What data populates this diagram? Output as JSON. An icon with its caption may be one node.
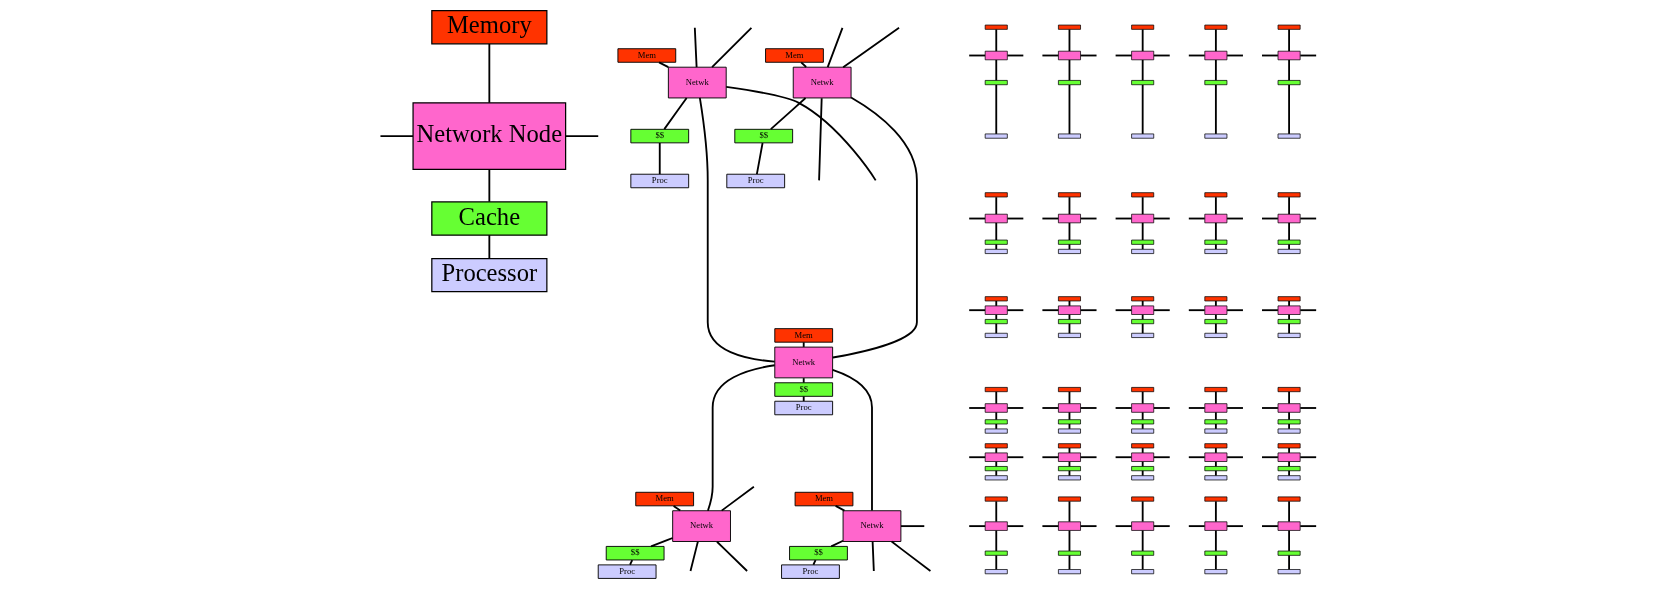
{
  "diagram": {
    "nodes": [
      {
        "text": [
          "Memory"
        ]
      },
      {
        "text": [
          "Network Node"
        ]
      },
      {
        "text": [
          "Cache"
        ]
      },
      {
        "text": [
          "Processor"
        ]
      },
      {
        "text": [
          "Mem"
        ]
      },
      {
        "text": [
          "Netwk"
        ]
      },
      {
        "text": [
          "$$"
        ]
      },
      {
        "text": [
          "Proc"
        ]
      },
      {
        "text": [
          "Mem"
        ]
      },
      {
        "text": [
          "Netwk"
        ]
      },
      {
        "text": [
          "$$"
        ]
      },
      {
        "text": [
          "Proc"
        ]
      },
      {
        "text": [
          "Mem"
        ]
      },
      {
        "text": [
          "Netwk"
        ]
      },
      {
        "text": [
          "$$"
        ]
      },
      {
        "text": [
          "Proc"
        ]
      },
      {
        "text": [
          "Mem"
        ]
      },
      {
        "text": [
          "Netwk"
        ]
      },
      {
        "text": [
          "$$"
        ]
      },
      {
        "text": [
          "Proc"
        ]
      },
      {
        "text": [
          "Mem"
        ]
      },
      {
        "text": [
          "Netwk"
        ]
      },
      {
        "text": [
          "$$"
        ]
      },
      {
        "text": [
          "Proc"
        ]
      },
      {
        "text": [],
        "shape": "box"
      },
      {
        "text": [],
        "shape": "box"
      },
      {
        "text": [],
        "shape": "box"
      },
      {
        "text": [],
        "shape": "box"
      },
      {
        "text": [],
        "shape": "box"
      },
      {
        "text": [],
        "shape": "box"
      },
      {
        "text": [],
        "shape": "box"
      },
      {
        "text": [],
        "shape": "box"
      },
      {
        "text": [],
        "shape": "box"
      },
      {
        "text": [],
        "shape": "box"
      },
      {
        "text": [],
        "shape": "box"
      },
      {
        "text": [],
        "shape": "box"
      },
      {
        "text": [],
        "shape": "box"
      },
      {
        "text": [],
        "shape": "box"
      },
      {
        "text": [],
        "shape": "box"
      },
      {
        "text": [],
        "shape": "box"
      },
      {
        "text": [],
        "shape": "box"
      },
      {
        "text": [],
        "shape": "box"
      },
      {
        "text": [],
        "shape": "box"
      },
      {
        "text": [],
        "shape": "box"
      },
      {
        "text": [],
        "shape": "box"
      },
      {
        "text": [],
        "shape": "box"
      },
      {
        "text": [],
        "shape": "box"
      },
      {
        "text": [],
        "shape": "box"
      },
      {
        "text": [],
        "shape": "box"
      },
      {
        "text": [],
        "shape": "box"
      },
      {
        "text": [],
        "shape": "box"
      },
      {
        "text": [],
        "shape": "box"
      },
      {
        "text": [],
        "shape": "box"
      },
      {
        "text": [],
        "shape": "box"
      },
      {
        "text": [],
        "shape": "box"
      },
      {
        "text": [],
        "shape": "box"
      },
      {
        "text": [],
        "shape": "box"
      },
      {
        "text": [],
        "shape": "box"
      },
      {
        "text": [],
        "shape": "box"
      },
      {
        "text": [],
        "shape": "box"
      },
      {
        "text": [],
        "shape": "box"
      },
      {
        "text": [],
        "shape": "box"
      },
      {
        "text": [],
        "shape": "box"
      },
      {
        "text": [],
        "shape": "box"
      },
      {
        "text": [],
        "shape": "box"
      },
      {
        "text": [],
        "shape": "box"
      },
      {
        "text": [],
        "shape": "box"
      },
      {
        "text": [],
        "shape": "box"
      },
      {
        "text": [],
        "shape": "box"
      },
      {
        "text": [],
        "shape": "box"
      },
      {
        "text": [],
        "shape": "box"
      },
      {
        "text": [],
        "shape": "box"
      },
      {
        "text": [],
        "shape": "box"
      },
      {
        "text": [],
        "shape": "box"
      },
      {
        "text": [],
        "shape": "box"
      },
      {
        "text": [],
        "shape": "box"
      },
      {
        "text": [],
        "shape": "box"
      },
      {
        "text": [],
        "shape": "box"
      },
      {
        "text": [],
        "shape": "box"
      },
      {
        "text": [],
        "shape": "box"
      },
      {
        "text": [],
        "shape": "box"
      },
      {
        "text": [],
        "shape": "box"
      },
      {
        "text": [],
        "shape": "box"
      },
      {
        "text": [],
        "shape": "box"
      },
      {
        "text": [],
        "shape": "box"
      },
      {
        "text": [],
        "shape": "box"
      },
      {
        "text": [],
        "shape": "box"
      },
      {
        "text": [],
        "shape": "box"
      },
      {
        "text": [],
        "shape": "box"
      },
      {
        "text": [],
        "shape": "box"
      },
      {
        "text": [],
        "shape": "box"
      },
      {
        "text": [],
        "shape": "box"
      },
      {
        "text": [],
        "shape": "box"
      },
      {
        "text": [],
        "shape": "box"
      },
      {
        "text": [],
        "shape": "box"
      },
      {
        "text": [],
        "shape": "box"
      },
      {
        "text": [],
        "shape": "box"
      },
      {
        "text": [],
        "shape": "box"
      },
      {
        "text": [],
        "shape": "box"
      },
      {
        "text": [],
        "shape": "box"
      },
      {
        "text": [],
        "shape": "box"
      },
      {
        "text": [],
        "shape": "box"
      },
      {
        "text": [],
        "shape": "box"
      },
      {
        "text": [],
        "shape": "box"
      },
      {
        "text": [],
        "shape": "box"
      },
      {
        "text": [],
        "shape": "box"
      },
      {
        "text": [],
        "shape": "box"
      },
      {
        "text": [],
        "shape": "box"
      },
      {
        "text": [],
        "shape": "box"
      },
      {
        "text": [],
        "shape": "box"
      },
      {
        "text": [],
        "shape": "box"
      },
      {
        "text": [],
        "shape": "box"
      },
      {
        "text": [],
        "shape": "box"
      },
      {
        "text": [],
        "shape": "box"
      },
      {
        "text": [],
        "shape": "box"
      },
      {
        "text": [],
        "shape": "box"
      },
      {
        "text": [],
        "shape": "box"
      },
      {
        "text": [],
        "shape": "box"
      },
      {
        "text": [],
        "shape": "box"
      },
      {
        "text": [],
        "shape": "box"
      },
      {
        "text": [],
        "shape": "box"
      },
      {
        "text": [],
        "shape": "box"
      },
      {
        "text": [],
        "shape": "box"
      },
      {
        "text": [],
        "shape": "box"
      },
      {
        "text": [],
        "shape": "box"
      },
      {
        "text": [],
        "shape": "box"
      },
      {
        "text": [],
        "shape": "box"
      },
      {
        "text": [],
        "shape": "box"
      },
      {
        "text": [],
        "shape": "box"
      },
      {
        "text": [],
        "shape": "box"
      },
      {
        "text": [],
        "shape": "box"
      },
      {
        "text": [],
        "shape": "box"
      },
      {
        "text": [],
        "shape": "box"
      },
      {
        "text": [],
        "shape": "box"
      },
      {
        "text": [],
        "shape": "box"
      },
      {
        "text": [],
        "shape": "box"
      },
      {
        "text": [],
        "shape": "box"
      },
      {
        "text": [],
        "shape": "box"
      },
      {
        "text": [],
        "shape": "box"
      },
      {
        "text": [],
        "shape": "box"
      },
      {
        "text": [],
        "shape": "box"
      },
      {
        "text": [],
        "shape": "box"
      },
      {
        "text": [],
        "shape": "box"
      },
      {
        "text": [],
        "shape": "box"
      }
    ],
    "edges": [
      {
        "from": 0,
        "to": 1,
        "arrow": "none"
      },
      {
        "from": 1,
        "to": 2,
        "arrow": "none"
      },
      {
        "from": 2,
        "to": 3,
        "arrow": "none"
      },
      {
        "from": null,
        "to": 1,
        "arrow": "none"
      },
      {
        "from": null,
        "to": 1,
        "arrow": "none"
      },
      {
        "from": 4,
        "to": 5,
        "arrow": "none"
      },
      {
        "from": 5,
        "to": 6,
        "arrow": "none"
      },
      {
        "from": 6,
        "to": 7,
        "arrow": "none"
      },
      {
        "from": 8,
        "to": 9,
        "arrow": "none"
      },
      {
        "from": 9,
        "to": 10,
        "arrow": "none"
      },
      {
        "from": 10,
        "to": 11,
        "arrow": "none"
      },
      {
        "from": 12,
        "to": 13,
        "arrow": "none"
      },
      {
        "from": 13,
        "to": 14,
        "arrow": "none"
      },
      {
        "from": 14,
        "to": 15,
        "arrow": "none"
      },
      {
        "from": 16,
        "to": 17,
        "arrow": "none"
      },
      {
        "from": 17,
        "to": 18,
        "arrow": "none"
      },
      {
        "from": 18,
        "to": 19,
        "arrow": "none"
      },
      {
        "from": 20,
        "to": 21,
        "arrow": "none"
      },
      {
        "from": 21,
        "to": 22,
        "arrow": "none"
      },
      {
        "from": 22,
        "to": 23,
        "arrow": "none"
      },
      {
        "from": null,
        "to": 5,
        "arrow": "none"
      },
      {
        "from": null,
        "to": 5,
        "arrow": "none"
      },
      {
        "from": null,
        "to": 5,
        "arrow": "none"
      },
      {
        "from": 5,
        "to": 13,
        "arrow": "none"
      },
      {
        "from": null,
        "to": 9,
        "arrow": "none"
      },
      {
        "from": null,
        "to": 9,
        "arrow": "none"
      },
      {
        "from": null,
        "to": 9,
        "arrow": "none"
      },
      {
        "from": 9,
        "to": 13,
        "arrow": "none"
      },
      {
        "from": null,
        "to": 17,
        "arrow": "none"
      },
      {
        "from": null,
        "to": 17,
        "arrow": "none"
      },
      {
        "from": null,
        "to": 17,
        "arrow": "none"
      },
      {
        "from": 13,
        "to": 17,
        "arrow": "none"
      },
      {
        "from": null,
        "to": 21,
        "arrow": "none"
      },
      {
        "from": null,
        "to": 21,
        "arrow": "none"
      },
      {
        "from": null,
        "to": 21,
        "arrow": "none"
      },
      {
        "from": 13,
        "to": 21,
        "arrow": "none"
      },
      {
        "from": 24,
        "to": 25,
        "arrow": "none"
      },
      {
        "from": 25,
        "to": 26,
        "arrow": "none"
      },
      {
        "from": 26,
        "to": 27,
        "arrow": "none"
      },
      {
        "from": null,
        "to": 25,
        "arrow": "none"
      },
      {
        "from": null,
        "to": 25,
        "arrow": "none"
      },
      {
        "from": 28,
        "to": 29,
        "arrow": "none"
      },
      {
        "from": 29,
        "to": 30,
        "arrow": "none"
      },
      {
        "from": 30,
        "to": 31,
        "arrow": "none"
      },
      {
        "from": null,
        "to": 29,
        "arrow": "none"
      },
      {
        "from": null,
        "to": 29,
        "arrow": "none"
      },
      {
        "from": 32,
        "to": 33,
        "arrow": "none"
      },
      {
        "from": 33,
        "to": 34,
        "arrow": "none"
      },
      {
        "from": 34,
        "to": 35,
        "arrow": "none"
      },
      {
        "from": null,
        "to": 33,
        "arrow": "none"
      },
      {
        "from": null,
        "to": 33,
        "arrow": "none"
      },
      {
        "from": 36,
        "to": 37,
        "arrow": "none"
      },
      {
        "from": 37,
        "to": 38,
        "arrow": "none"
      },
      {
        "from": 38,
        "to": 39,
        "arrow": "none"
      },
      {
        "from": null,
        "to": 37,
        "arrow": "none"
      },
      {
        "from": null,
        "to": 37,
        "arrow": "none"
      },
      {
        "from": 40,
        "to": 41,
        "arrow": "none"
      },
      {
        "from": 41,
        "to": 42,
        "arrow": "none"
      },
      {
        "from": 42,
        "to": 43,
        "arrow": "none"
      },
      {
        "from": null,
        "to": 41,
        "arrow": "none"
      },
      {
        "from": null,
        "to": 41,
        "arrow": "none"
      },
      {
        "from": 44,
        "to": 45,
        "arrow": "none"
      },
      {
        "from": 45,
        "to": 46,
        "arrow": "none"
      },
      {
        "from": 46,
        "to": 47,
        "arrow": "none"
      },
      {
        "from": null,
        "to": 45,
        "arrow": "none"
      },
      {
        "from": null,
        "to": 45,
        "arrow": "none"
      },
      {
        "from": 48,
        "to": 49,
        "arrow": "none"
      },
      {
        "from": 49,
        "to": 50,
        "arrow": "none"
      },
      {
        "from": 50,
        "to": 51,
        "arrow": "none"
      },
      {
        "from": null,
        "to": 49,
        "arrow": "none"
      },
      {
        "from": null,
        "to": 49,
        "arrow": "none"
      },
      {
        "from": 52,
        "to": 53,
        "arrow": "none"
      },
      {
        "from": 53,
        "to": 54,
        "arrow": "none"
      },
      {
        "from": 54,
        "to": 55,
        "arrow": "none"
      },
      {
        "from": null,
        "to": 53,
        "arrow": "none"
      },
      {
        "from": null,
        "to": 53,
        "arrow": "none"
      },
      {
        "from": 56,
        "to": 57,
        "arrow": "none"
      },
      {
        "from": 57,
        "to": 58,
        "arrow": "none"
      },
      {
        "from": 58,
        "to": 59,
        "arrow": "none"
      },
      {
        "from": null,
        "to": 57,
        "arrow": "none"
      },
      {
        "from": null,
        "to": 57,
        "arrow": "none"
      },
      {
        "from": 60,
        "to": 61,
        "arrow": "none"
      },
      {
        "from": 61,
        "to": 62,
        "arrow": "none"
      },
      {
        "from": 62,
        "to": 63,
        "arrow": "none"
      },
      {
        "from": null,
        "to": 61,
        "arrow": "none"
      },
      {
        "from": null,
        "to": 61,
        "arrow": "none"
      },
      {
        "from": 64,
        "to": 65,
        "arrow": "none"
      },
      {
        "from": 65,
        "to": 66,
        "arrow": "none"
      },
      {
        "from": 66,
        "to": 67,
        "arrow": "none"
      },
      {
        "from": null,
        "to": 65,
        "arrow": "none"
      },
      {
        "from": null,
        "to": 65,
        "arrow": "none"
      },
      {
        "from": 68,
        "to": 69,
        "arrow": "none"
      },
      {
        "from": 69,
        "to": 70,
        "arrow": "none"
      },
      {
        "from": 70,
        "to": 71,
        "arrow": "none"
      },
      {
        "from": null,
        "to": 69,
        "arrow": "none"
      },
      {
        "from": null,
        "to": 69,
        "arrow": "none"
      },
      {
        "from": 72,
        "to": 73,
        "arrow": "none"
      },
      {
        "from": 73,
        "to": 74,
        "arrow": "none"
      },
      {
        "from": 74,
        "to": 75,
        "arrow": "none"
      },
      {
        "from": null,
        "to": 73,
        "arrow": "none"
      },
      {
        "from": null,
        "to": 73,
        "arrow": "none"
      },
      {
        "from": 76,
        "to": 77,
        "arrow": "none"
      },
      {
        "from": 77,
        "to": 78,
        "arrow": "none"
      },
      {
        "from": 78,
        "to": 79,
        "arrow": "none"
      },
      {
        "from": null,
        "to": 77,
        "arrow": "none"
      },
      {
        "from": null,
        "to": 77,
        "arrow": "none"
      },
      {
        "from": 80,
        "to": 81,
        "arrow": "none"
      },
      {
        "from": 81,
        "to": 82,
        "arrow": "none"
      },
      {
        "from": 82,
        "to": 83,
        "arrow": "none"
      },
      {
        "from": null,
        "to": 81,
        "arrow": "none"
      },
      {
        "from": null,
        "to": 81,
        "arrow": "none"
      },
      {
        "from": 84,
        "to": 85,
        "arrow": "none"
      },
      {
        "from": 85,
        "to": 86,
        "arrow": "none"
      },
      {
        "from": 86,
        "to": 87,
        "arrow": "none"
      },
      {
        "from": null,
        "to": 85,
        "arrow": "none"
      },
      {
        "from": null,
        "to": 85,
        "arrow": "none"
      },
      {
        "from": 88,
        "to": 89,
        "arrow": "none"
      },
      {
        "from": 89,
        "to": 90,
        "arrow": "none"
      },
      {
        "from": 90,
        "to": 91,
        "arrow": "none"
      },
      {
        "from": null,
        "to": 89,
        "arrow": "none"
      },
      {
        "from": null,
        "to": 89,
        "arrow": "none"
      },
      {
        "from": 92,
        "to": 93,
        "arrow": "none"
      },
      {
        "from": 93,
        "to": 94,
        "arrow": "none"
      },
      {
        "from": 94,
        "to": 95,
        "arrow": "none"
      },
      {
        "from": null,
        "to": 93,
        "arrow": "none"
      },
      {
        "from": null,
        "to": 93,
        "arrow": "none"
      },
      {
        "from": 96,
        "to": 97,
        "arrow": "none"
      },
      {
        "from": 97,
        "to": 98,
        "arrow": "none"
      },
      {
        "from": 98,
        "to": 99,
        "arrow": "none"
      },
      {
        "from": null,
        "to": 97,
        "arrow": "none"
      },
      {
        "from": null,
        "to": 97,
        "arrow": "none"
      },
      {
        "from": 100,
        "to": 101,
        "arrow": "none"
      },
      {
        "from": 101,
        "to": 102,
        "arrow": "none"
      },
      {
        "from": 102,
        "to": 103,
        "arrow": "none"
      },
      {
        "from": null,
        "to": 101,
        "arrow": "none"
      },
      {
        "from": null,
        "to": 101,
        "arrow": "none"
      },
      {
        "from": 104,
        "to": 105,
        "arrow": "none"
      },
      {
        "from": 105,
        "to": 106,
        "arrow": "none"
      },
      {
        "from": 106,
        "to": 107,
        "arrow": "none"
      },
      {
        "from": null,
        "to": 105,
        "arrow": "none"
      },
      {
        "from": null,
        "to": 105,
        "arrow": "none"
      },
      {
        "from": 108,
        "to": 109,
        "arrow": "none"
      },
      {
        "from": 109,
        "to": 110,
        "arrow": "none"
      },
      {
        "from": 110,
        "to": 111,
        "arrow": "none"
      },
      {
        "from": null,
        "to": 109,
        "arrow": "none"
      },
      {
        "from": null,
        "to": 109,
        "arrow": "none"
      },
      {
        "from": 112,
        "to": 113,
        "arrow": "none"
      },
      {
        "from": 113,
        "to": 114,
        "arrow": "none"
      },
      {
        "from": 114,
        "to": 115,
        "arrow": "none"
      },
      {
        "from": null,
        "to": 113,
        "arrow": "none"
      },
      {
        "from": null,
        "to": 113,
        "arrow": "none"
      },
      {
        "from": 116,
        "to": 117,
        "arrow": "none"
      },
      {
        "from": 117,
        "to": 118,
        "arrow": "none"
      },
      {
        "from": 118,
        "to": 119,
        "arrow": "none"
      },
      {
        "from": null,
        "to": 117,
        "arrow": "none"
      },
      {
        "from": null,
        "to": 117,
        "arrow": "none"
      },
      {
        "from": 120,
        "to": 121,
        "arrow": "none"
      },
      {
        "from": 121,
        "to": 122,
        "arrow": "none"
      },
      {
        "from": 122,
        "to": 123,
        "arrow": "none"
      },
      {
        "from": null,
        "to": 121,
        "arrow": "none"
      },
      {
        "from": null,
        "to": 121,
        "arrow": "none"
      },
      {
        "from": 124,
        "to": 125,
        "arrow": "none"
      },
      {
        "from": 125,
        "to": 126,
        "arrow": "none"
      },
      {
        "from": 126,
        "to": 127,
        "arrow": "none"
      },
      {
        "from": null,
        "to": 125,
        "arrow": "none"
      },
      {
        "from": null,
        "to": 125,
        "arrow": "none"
      },
      {
        "from": 128,
        "to": 129,
        "arrow": "none"
      },
      {
        "from": 129,
        "to": 130,
        "arrow": "none"
      },
      {
        "from": 130,
        "to": 131,
        "arrow": "none"
      },
      {
        "from": null,
        "to": 129,
        "arrow": "none"
      },
      {
        "from": null,
        "to": 129,
        "arrow": "none"
      },
      {
        "from": 132,
        "to": 133,
        "arrow": "none"
      },
      {
        "from": 133,
        "to": 134,
        "arrow": "none"
      },
      {
        "from": 134,
        "to": 135,
        "arrow": "none"
      },
      {
        "from": null,
        "to": 133,
        "arrow": "none"
      },
      {
        "from": null,
        "to": 133,
        "arrow": "none"
      },
      {
        "from": 136,
        "to": 137,
        "arrow": "none"
      },
      {
        "from": 137,
        "to": 138,
        "arrow": "none"
      },
      {
        "from": 138,
        "to": 139,
        "arrow": "none"
      },
      {
        "from": null,
        "to": 137,
        "arrow": "none"
      },
      {
        "from": null,
        "to": 137,
        "arrow": "none"
      },
      {
        "from": 140,
        "to": 141,
        "arrow": "none"
      },
      {
        "from": 141,
        "to": 142,
        "arrow": "none"
      },
      {
        "from": 142,
        "to": 143,
        "arrow": "none"
      },
      {
        "from": null,
        "to": 141,
        "arrow": "none"
      },
      {
        "from": null,
        "to": 141,
        "arrow": "none"
      }
    ]
  }
}
